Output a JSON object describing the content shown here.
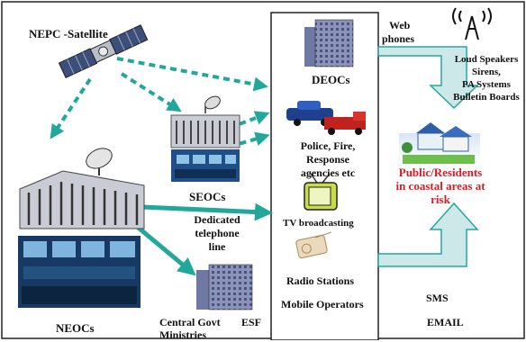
{
  "labels": {
    "satellite": "NEPC -Satellite",
    "web_phones_1": "Web",
    "web_phones_2": "phones",
    "devices_1": "Loud Speakers",
    "devices_2": "Sirens,",
    "devices_3": "PA Systems",
    "devices_4": "Bulletin Boards",
    "deocs": "DEOCs",
    "police_1": "Police, Fire,",
    "police_2": "Response",
    "police_3": "agencies etc",
    "tv": "TV broadcasting",
    "radio": "Radio Stations",
    "mobile": "Mobile Operators",
    "seocs": "SEOCs",
    "dedicated_1": "Dedicated",
    "dedicated_2": "telephone",
    "dedicated_3": "line",
    "public_1": "Public/Residents",
    "public_2": "in coastal areas at",
    "public_3": "risk",
    "sms": "SMS",
    "email": "EMAIL",
    "neocs": "NEOCs",
    "central_1": "Central Govt",
    "central_esf": "ESF",
    "central_2": "Ministries"
  },
  "colors": {
    "arrow": "#22a89a",
    "block_arrow_fill": "#cde8e8",
    "block_arrow_stroke": "#22a89a",
    "public_text": "#e01b24"
  },
  "icons": [
    "satellite-icon",
    "radio-tower-icon",
    "building-icon",
    "dish-icon",
    "car-icon",
    "fire-truck-icon",
    "tv-icon",
    "radio-icon",
    "house-icon",
    "control-room-photo"
  ]
}
